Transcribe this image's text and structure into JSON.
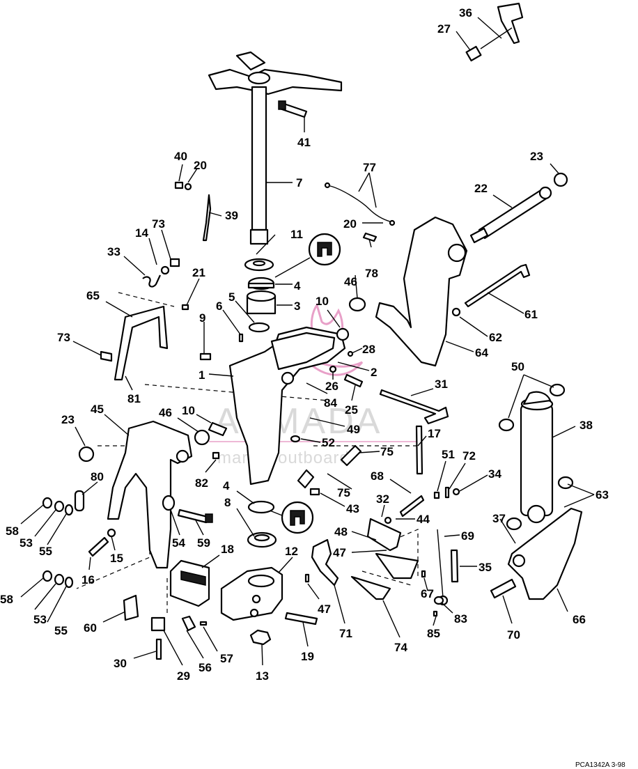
{
  "watermark": {
    "title": "ARMADA",
    "subtitle": "marine outboard"
  },
  "figure_code": "PCA1342A   3-98",
  "labels": [
    "36",
    "27",
    "41",
    "7",
    "40",
    "20",
    "39",
    "77",
    "23",
    "22",
    "20",
    "78",
    "14",
    "73",
    "33",
    "11",
    "4",
    "3",
    "21",
    "5",
    "6",
    "65",
    "10",
    "46",
    "9",
    "28",
    "73",
    "2",
    "61",
    "62",
    "64",
    "1",
    "26",
    "84",
    "25",
    "31",
    "50",
    "81",
    "23",
    "45",
    "46",
    "10",
    "49",
    "17",
    "38",
    "52",
    "75",
    "82",
    "51",
    "72",
    "34",
    "80",
    "75",
    "68",
    "63",
    "4",
    "43",
    "32",
    "44",
    "58",
    "53",
    "55",
    "8",
    "54",
    "59",
    "37",
    "69",
    "15",
    "48",
    "47",
    "16",
    "18",
    "12",
    "35",
    "58",
    "53",
    "55",
    "67",
    "47",
    "83",
    "66",
    "60",
    "71",
    "70",
    "85",
    "74",
    "19",
    "57",
    "30",
    "29",
    "56",
    "13"
  ]
}
